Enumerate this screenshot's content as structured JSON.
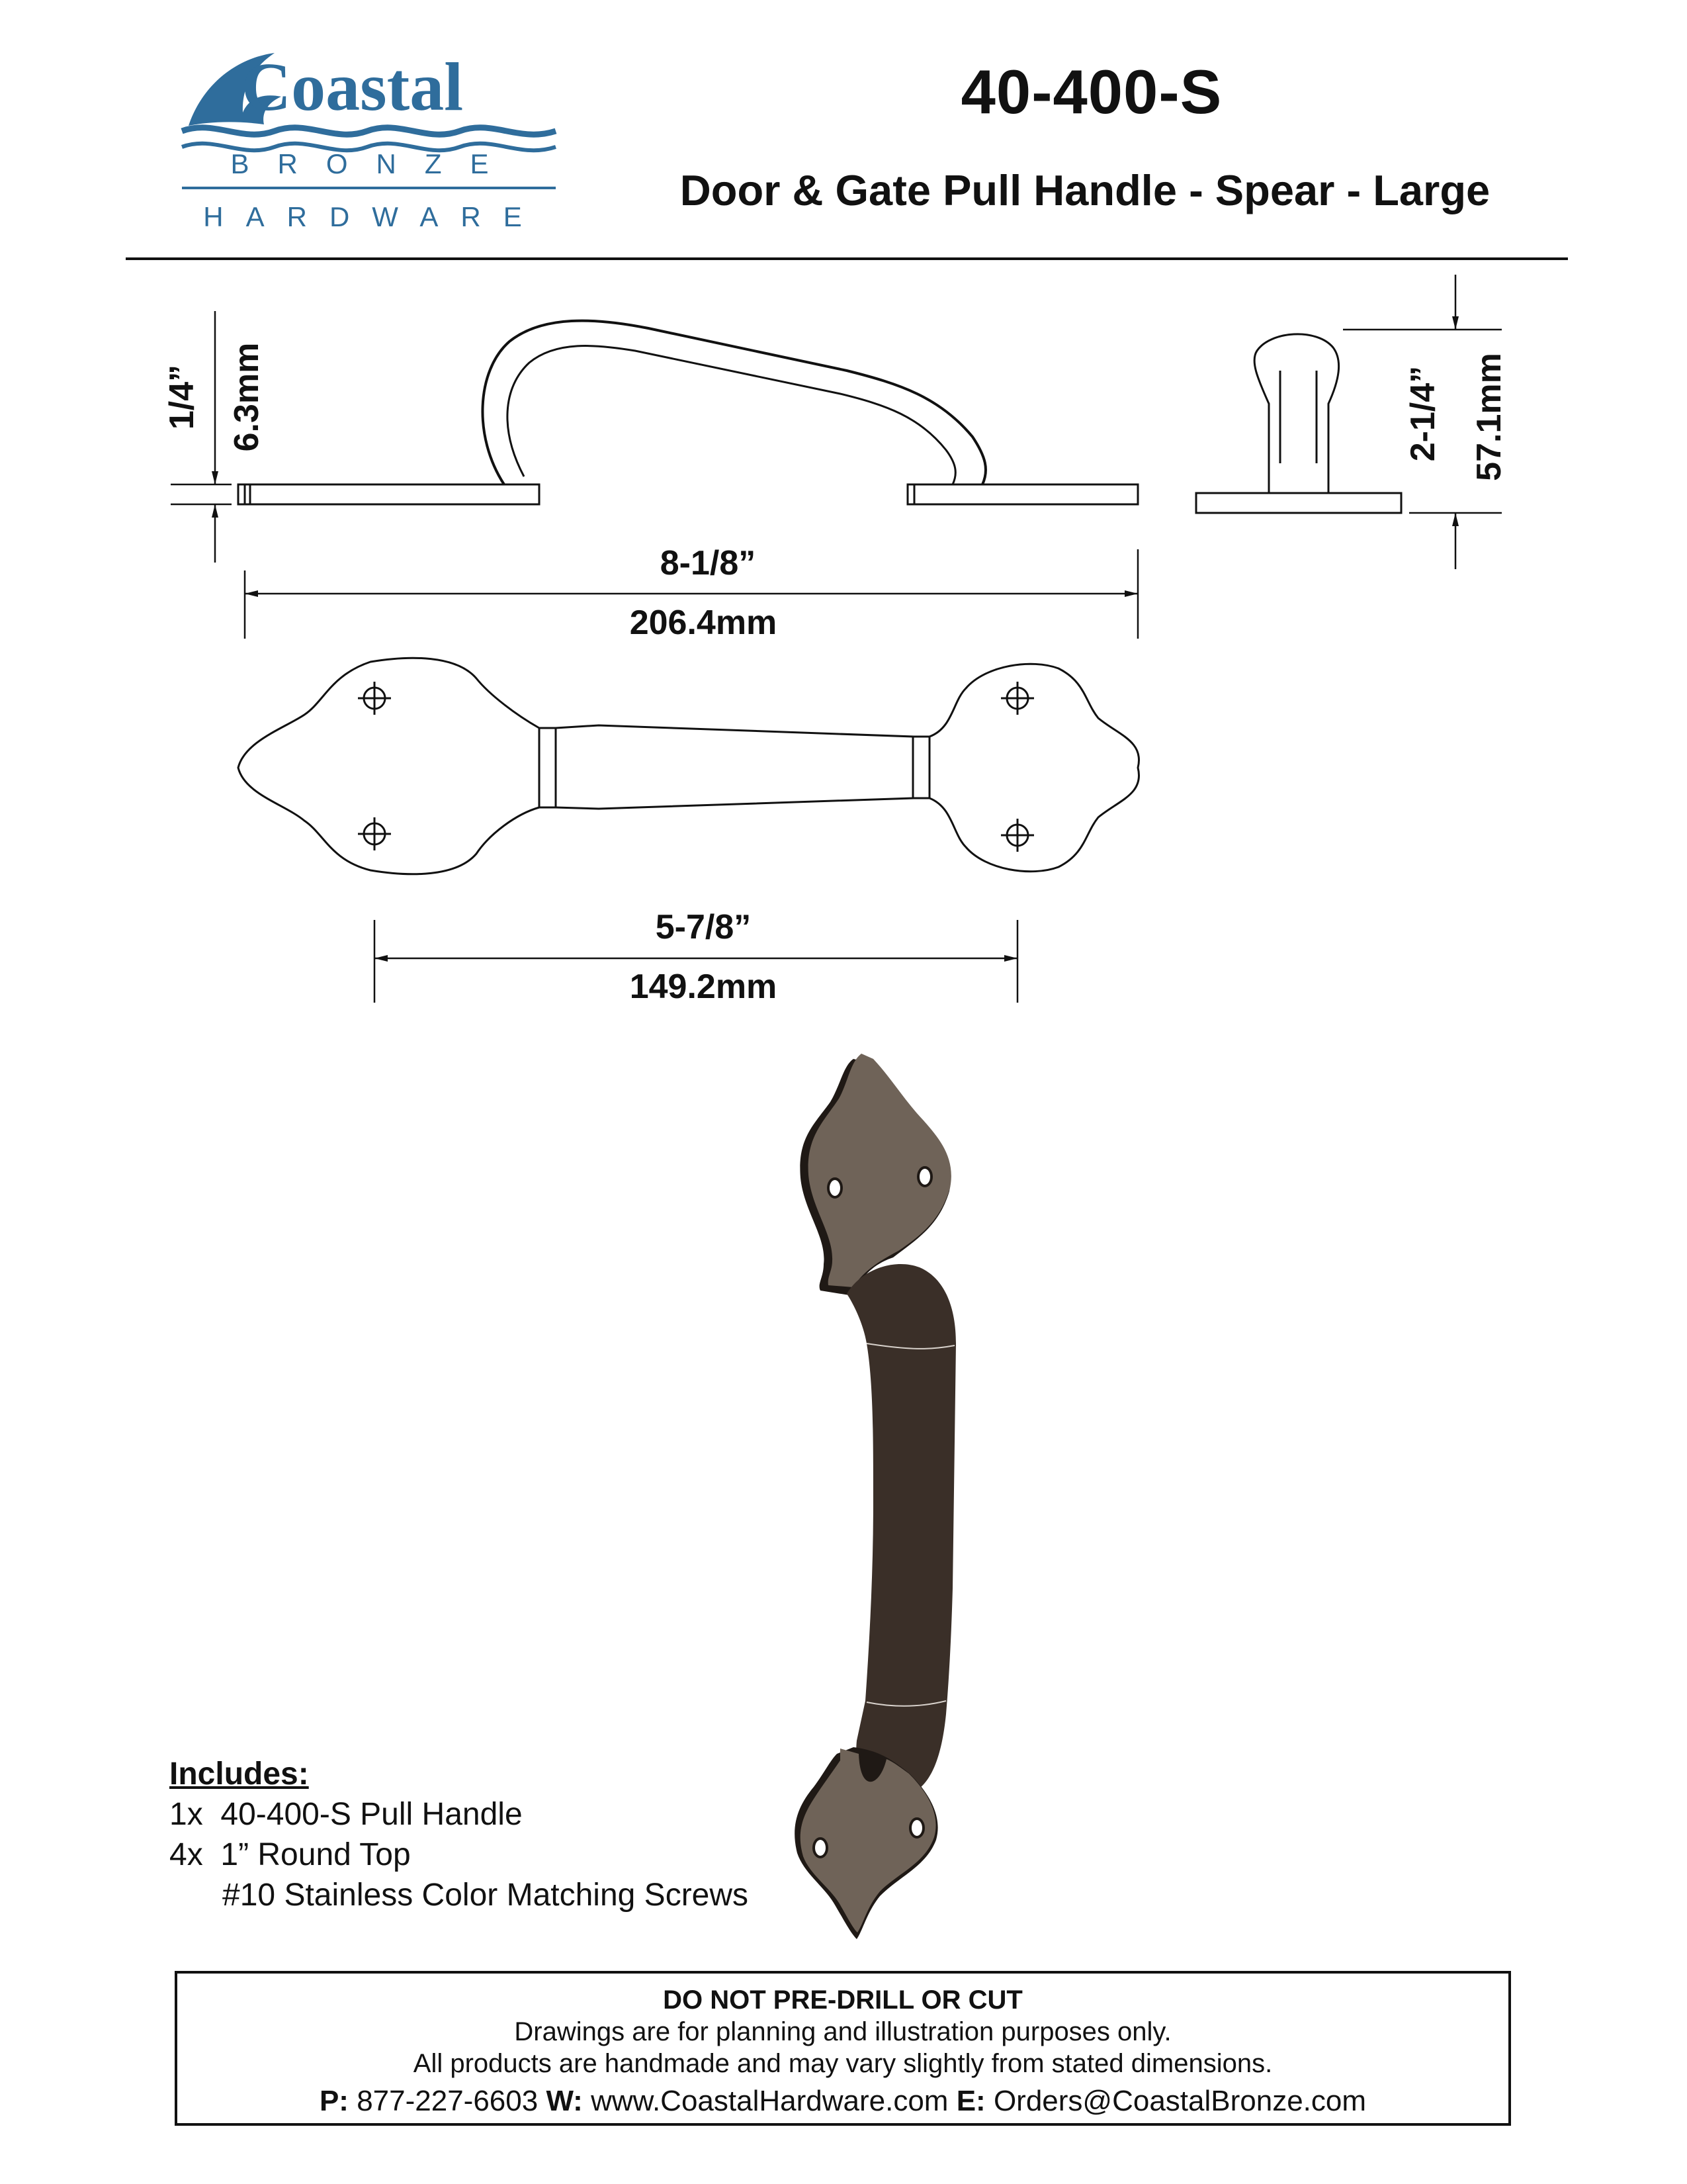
{
  "brand": {
    "name": "Coastal",
    "line1": "BRONZE",
    "line2": "HARDWARE",
    "colors": {
      "blue": "#2f6d9c",
      "dark_blue": "#1e5683"
    }
  },
  "header": {
    "part_number": "40-400-S",
    "title": "Door & Gate Pull Handle - Spear - Large"
  },
  "dimensions": {
    "plate_thickness": {
      "imperial": "1/4”",
      "metric": "6.3mm"
    },
    "projection": {
      "imperial": "2-1/4”",
      "metric": "57.1mm"
    },
    "overall_length": {
      "imperial": "8-1/8”",
      "metric": "206.4mm"
    },
    "center_to_center": {
      "imperial": "5-7/8”",
      "metric": "149.2mm"
    }
  },
  "includes": {
    "heading": "Includes:",
    "lines": [
      "1x  40-400-S Pull Handle",
      "4x  1” Round Top",
      "      #10 Stainless Color Matching Screws"
    ]
  },
  "notice": {
    "heading": "DO NOT PRE-DRILL OR CUT",
    "line1": "Drawings are for planning and illustration purposes only.",
    "line2": "All products are handmade and may vary slightly from stated dimensions.",
    "phone_label": "P:",
    "phone": "877-227-6603",
    "web_label": "W:",
    "web": "www.CoastalHardware.com",
    "email_label": "E:",
    "email": "Orders@CoastalBronze.com"
  },
  "finish_colors": {
    "plate": "#6f6358",
    "handle": "#3a2f28"
  }
}
